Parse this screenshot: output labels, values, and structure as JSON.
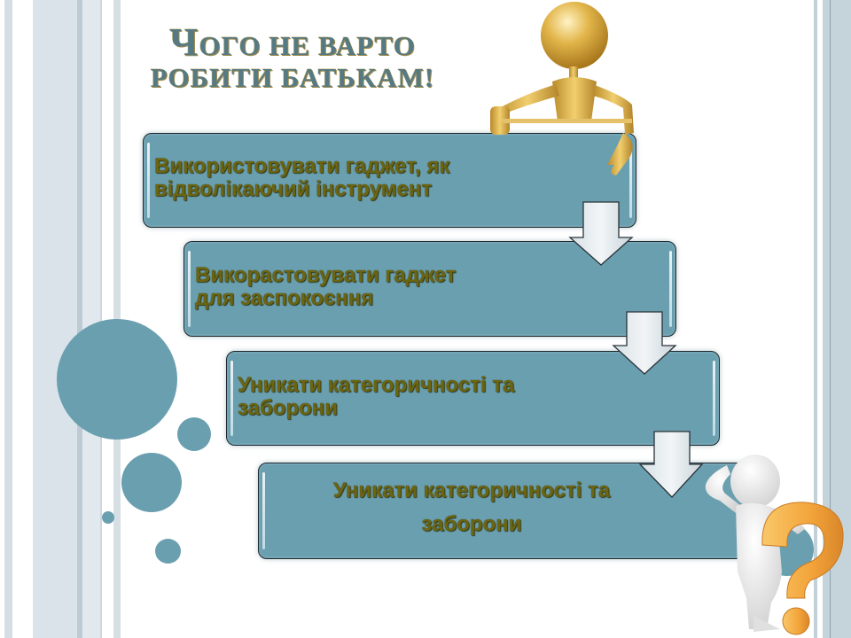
{
  "slide": {
    "title": {
      "line1": "Чого не варто",
      "line2": "робити батькам!"
    },
    "steps": [
      {
        "text_line1": "Використовувати гаджет, як",
        "text_line2": "відволікаючий інструмент"
      },
      {
        "text_line1": "Викорастовувати гаджет",
        "text_line2": "для заспокоєння"
      },
      {
        "text_line1": "Уникати категоричності та",
        "text_line2": "заборони"
      },
      {
        "text_line1": "Уникати категоричності та",
        "text_line2": "заборони"
      }
    ],
    "decorations": {
      "top_figure": "gold-figure-holding-board-icon",
      "bottom_figure": "white-figure-question-mark-icon",
      "arrow": "down-arrow-icon"
    }
  },
  "colors": {
    "box_fill": "#6a9fb0",
    "box_text": "#6b6412",
    "title": "#557a84",
    "circle": "#6a9fb0",
    "stripe": "#dae3e9",
    "question_mark": "#f2a93b",
    "gold_figure": "#d9a93a"
  }
}
